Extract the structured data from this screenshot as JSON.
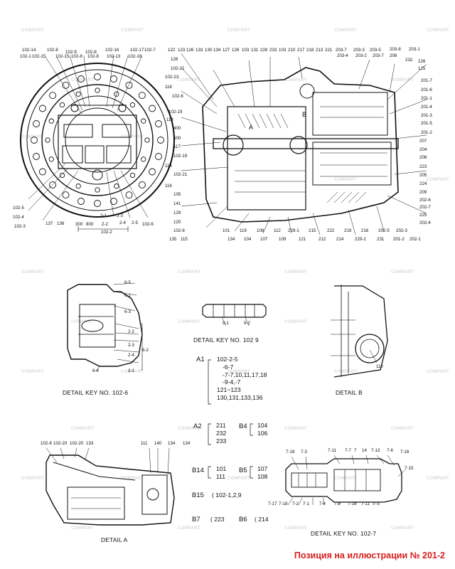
{
  "watermark": "COMPART",
  "footer": "Позиция на иллюстрации № 201-2",
  "captions": {
    "detail_102_6": "DETAIL KEY NO. 102-6",
    "detail_102_9": "DETAIL KEY NO. 102 9",
    "detail_b": "DETAIL B",
    "detail_a": "DETAIL A",
    "detail_102_7": "DETAIL KEY NO. 102-7",
    "section_a": "A",
    "section_b": "B"
  },
  "groups": {
    "a1": {
      "label": "A1",
      "items": [
        "102-2-5",
        "-6-7",
        "-7-7,10,11,17,18",
        "-9-4,-7",
        "121~123",
        "130,131,133,136"
      ]
    },
    "a2": {
      "label": "A2",
      "items": [
        "211",
        "232",
        "233"
      ]
    },
    "b4": {
      "label": "B4",
      "items": [
        "104",
        "106"
      ]
    },
    "b14": {
      "label": "B14",
      "items": [
        "101",
        "111"
      ]
    },
    "b5": {
      "label": "B5",
      "items": [
        "107",
        "108"
      ]
    },
    "b15": {
      "label": "B15",
      "items": [
        "102-1,2,9"
      ]
    },
    "b7": {
      "label": "B7",
      "items": [
        "223"
      ]
    },
    "b6": {
      "label": "B6",
      "items": [
        "214"
      ]
    }
  },
  "labels": {
    "front_view": [
      "102-14",
      "102-8",
      "102-9",
      "102-8",
      "102-16",
      "102-15",
      "102-17",
      "102-7",
      "102-1",
      "102-15",
      "102-8",
      "102-8",
      "102-13",
      "102-18",
      "102-5",
      "102-4",
      "102-3",
      "137",
      "136",
      "300",
      "800",
      "2-1",
      "2-2",
      "2-3",
      "2-4",
      "2-5",
      "102-6",
      "102-2"
    ],
    "section_view": [
      "122",
      "123",
      "126",
      "133",
      "130",
      "134",
      "127",
      "126",
      "103",
      "131",
      "228",
      "233",
      "103",
      "210",
      "217",
      "218",
      "213",
      "221",
      "203-7",
      "203-3",
      "203-5",
      "203-8",
      "203-1",
      "203-4",
      "203-2",
      "203-7",
      "208",
      "232",
      "226",
      "125",
      "128",
      "102-22",
      "102-23",
      "118",
      "102-6",
      "102-19",
      "113",
      "400",
      "500",
      "117",
      "102-19",
      "114",
      "102-21",
      "116",
      "105",
      "141",
      "129",
      "120",
      "102-8",
      "135",
      "115",
      "101",
      "119",
      "108",
      "112",
      "229-1",
      "215",
      "222",
      "219",
      "216",
      "202-5",
      "202-3",
      "134",
      "104",
      "107",
      "109",
      "121",
      "212",
      "214",
      "229-2",
      "231",
      "201-2",
      "202-1",
      "201-7",
      "201-6",
      "201-1",
      "201-4",
      "201-3",
      "201-5",
      "201-2",
      "207",
      "204",
      "206",
      "223",
      "205",
      "224",
      "209",
      "202-6",
      "202-7",
      "225",
      "202-4"
    ],
    "detail_102_6": [
      "6-5",
      "6-1",
      "6-3",
      "2-2",
      "2-3",
      "2-4",
      "6-2",
      "2-1",
      "6-4"
    ],
    "detail_102_9": [
      "9-1",
      "9-2"
    ],
    "detail_b": [
      "110"
    ],
    "detail_a": [
      "102-8",
      "102-20",
      "102-20",
      "133",
      "111",
      "140",
      "134",
      "134"
    ],
    "detail_102_7": [
      "7-18",
      "7-3",
      "7-11",
      "7-7",
      "7",
      "14",
      "7-13",
      "7-6",
      "7-16",
      "7-15",
      "7-17",
      "7-18",
      "7-2",
      "7-1",
      "7-4",
      "7-9",
      "7-10",
      "7-11",
      "7-5"
    ]
  }
}
